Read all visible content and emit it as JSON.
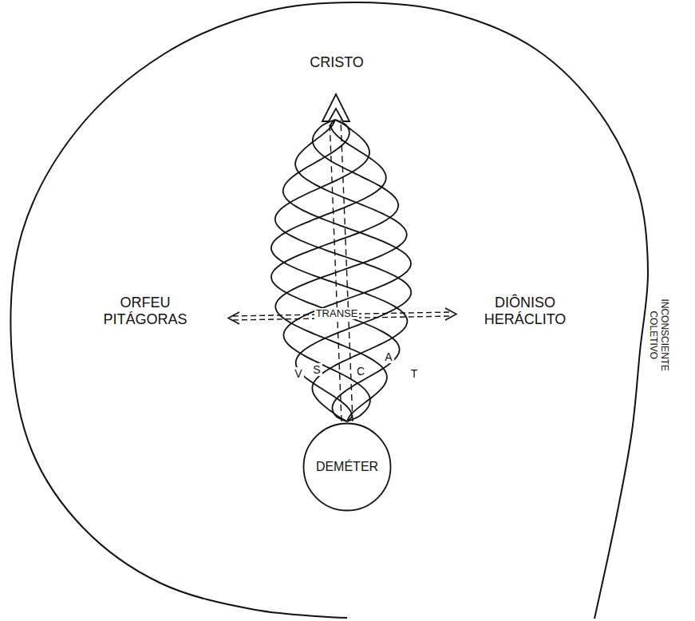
{
  "diagram": {
    "nodes": [
      {
        "text": [
          "INCONSCIENTE COLETIVO"
        ]
      },
      {
        "text": [
          "DEMÉTER"
        ],
        "in": 0
      }
    ],
    "labels": [
      "CRISTO",
      "ORFEU PITÁGORAS",
      "TRANSE",
      "DIÔNISO HERÁCLITO",
      "V",
      "S",
      "C",
      "A",
      "T"
    ]
  }
}
